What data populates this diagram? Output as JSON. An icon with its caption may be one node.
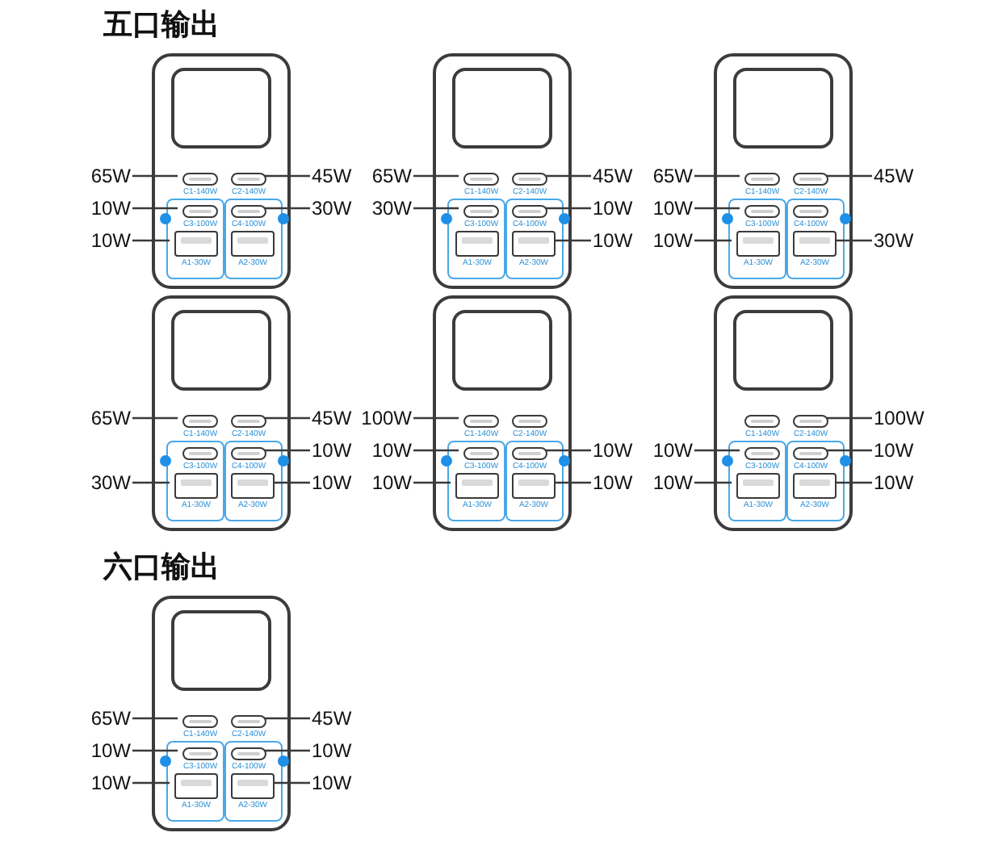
{
  "diagram": {
    "nodes": [
      {
        "text": [],
        "shape": "box"
      },
      {
        "text": [],
        "shape": "box",
        "in": 0,
        "beside": [
          "C1-140W"
        ]
      },
      {
        "text": [],
        "shape": "box",
        "in": 0,
        "beside": [
          "C2-140W"
        ]
      },
      {
        "text": [],
        "shape": "box",
        "in": 0,
        "beside": [
          "C3-100W"
        ]
      },
      {
        "text": [],
        "shape": "box",
        "in": 0,
        "beside": [
          "C4-100W"
        ]
      },
      {
        "text": [],
        "shape": "box",
        "in": 0,
        "beside": [
          "A1-30W"
        ]
      },
      {
        "text": [],
        "shape": "box",
        "in": 0,
        "beside": [
          "A2-30W"
        ]
      },
      {
        "text": [
          "65W"
        ]
      },
      {
        "text": [
          "45W"
        ]
      },
      {
        "text": [
          "10W"
        ]
      },
      {
        "text": [
          "30W"
        ]
      },
      {
        "text": [
          "10W"
        ]
      },
      {
        "text": [],
        "shape": "box"
      },
      {
        "text": [],
        "shape": "box",
        "in": 12,
        "beside": [
          "C1-140W"
        ]
      },
      {
        "text": [],
        "shape": "box",
        "in": 12,
        "beside": [
          "C2-140W"
        ]
      },
      {
        "text": [],
        "shape": "box",
        "in": 12,
        "beside": [
          "C3-100W"
        ]
      },
      {
        "text": [],
        "shape": "box",
        "in": 12,
        "beside": [
          "C4-100W"
        ]
      },
      {
        "text": [],
        "shape": "box",
        "in": 12,
        "beside": [
          "A1-30W"
        ]
      },
      {
        "text": [],
        "shape": "box",
        "in": 12,
        "beside": [
          "A2-30W"
        ]
      },
      {
        "text": [
          "65W"
        ]
      },
      {
        "text": [
          "45W"
        ]
      },
      {
        "text": [
          "30W"
        ]
      },
      {
        "text": [
          "10W"
        ]
      },
      {
        "text": [
          "10W"
        ]
      },
      {
        "text": [],
        "shape": "box"
      },
      {
        "text": [],
        "shape": "box",
        "in": 24,
        "beside": [
          "C1-140W"
        ]
      },
      {
        "text": [],
        "shape": "box",
        "in": 24,
        "beside": [
          "C2-140W"
        ]
      },
      {
        "text": [],
        "shape": "box",
        "in": 24,
        "beside": [
          "C3-100W"
        ]
      },
      {
        "text": [],
        "shape": "box",
        "in": 24,
        "beside": [
          "C4-100W"
        ]
      },
      {
        "text": [],
        "shape": "box",
        "in": 24,
        "beside": [
          "A1-30W"
        ]
      },
      {
        "text": [],
        "shape": "box",
        "in": 24,
        "beside": [
          "A2-30W"
        ]
      },
      {
        "text": [
          "65W"
        ]
      },
      {
        "text": [
          "45W"
        ]
      },
      {
        "text": [
          "10W"
        ]
      },
      {
        "text": [
          "10W"
        ]
      },
      {
        "text": [
          "30W"
        ]
      },
      {
        "text": [],
        "shape": "box"
      },
      {
        "text": [],
        "shape": "box",
        "in": 36,
        "beside": [
          "C1-140W"
        ]
      },
      {
        "text": [],
        "shape": "box",
        "in": 36,
        "beside": [
          "C2-140W"
        ]
      },
      {
        "text": [],
        "shape": "box",
        "in": 36,
        "beside": [
          "C3-100W"
        ]
      },
      {
        "text": [],
        "shape": "box",
        "in": 36,
        "beside": [
          "C4-100W"
        ]
      },
      {
        "text": [],
        "shape": "box",
        "in": 36,
        "beside": [
          "A1-30W"
        ]
      },
      {
        "text": [],
        "shape": "box",
        "in": 36,
        "beside": [
          "A2-30W"
        ]
      },
      {
        "text": [
          "65W"
        ]
      },
      {
        "text": [
          "45W"
        ]
      },
      {
        "text": [
          "10W"
        ]
      },
      {
        "text": [
          "30W"
        ]
      },
      {
        "text": [
          "10W"
        ]
      },
      {
        "text": [],
        "shape": "box"
      },
      {
        "text": [],
        "shape": "box",
        "in": 48,
        "beside": [
          "C1-140W"
        ]
      },
      {
        "text": [],
        "shape": "box",
        "in": 48,
        "beside": [
          "C2-140W"
        ]
      },
      {
        "text": [],
        "shape": "box",
        "in": 48,
        "beside": [
          "C3-100W"
        ]
      },
      {
        "text": [],
        "shape": "box",
        "in": 48,
        "beside": [
          "C4-100W"
        ]
      },
      {
        "text": [],
        "shape": "box",
        "in": 48,
        "beside": [
          "A1-30W"
        ]
      },
      {
        "text": [],
        "shape": "box",
        "in": 48,
        "beside": [
          "A2-30W"
        ]
      },
      {
        "text": [
          "100W"
        ]
      },
      {
        "text": [
          "10W"
        ]
      },
      {
        "text": [
          "10W"
        ]
      },
      {
        "text": [
          "10W"
        ]
      },
      {
        "text": [
          "10W"
        ]
      },
      {
        "text": [],
        "shape": "box"
      },
      {
        "text": [],
        "shape": "box",
        "in": 60,
        "beside": [
          "C1-140W"
        ]
      },
      {
        "text": [],
        "shape": "box",
        "in": 60,
        "beside": [
          "C2-140W"
        ]
      },
      {
        "text": [],
        "shape": "box",
        "in": 60,
        "beside": [
          "C3-100W"
        ]
      },
      {
        "text": [],
        "shape": "box",
        "in": 60,
        "beside": [
          "C4-100W"
        ]
      },
      {
        "text": [],
        "shape": "box",
        "in": 60,
        "beside": [
          "A1-30W"
        ]
      },
      {
        "text": [],
        "shape": "box",
        "in": 60,
        "beside": [
          "A2-30W"
        ]
      },
      {
        "text": [
          "100W"
        ]
      },
      {
        "text": [
          "10W"
        ]
      },
      {
        "text": [
          "10W"
        ]
      },
      {
        "text": [
          "10W"
        ]
      },
      {
        "text": [
          "10W"
        ]
      },
      {
        "text": [],
        "shape": "box"
      },
      {
        "text": [],
        "shape": "box",
        "in": 72,
        "beside": [
          "C1-140W"
        ]
      },
      {
        "text": [],
        "shape": "box",
        "in": 72,
        "beside": [
          "C2-140W"
        ]
      },
      {
        "text": [],
        "shape": "box",
        "in": 72,
        "beside": [
          "C3-100W"
        ]
      },
      {
        "text": [],
        "shape": "box",
        "in": 72,
        "beside": [
          "C4-100W"
        ]
      },
      {
        "text": [],
        "shape": "box",
        "in": 72,
        "beside": [
          "A1-30W"
        ]
      },
      {
        "text": [],
        "shape": "box",
        "in": 72,
        "beside": [
          "A2-30W"
        ]
      },
      {
        "text": [
          "65W"
        ]
      },
      {
        "text": [
          "45W"
        ]
      },
      {
        "text": [
          "10W"
        ]
      },
      {
        "text": [
          "10W"
        ]
      },
      {
        "text": [
          "10W"
        ]
      },
      {
        "text": [
          "10W"
        ]
      }
    ],
    "edges": [
      {
        "from": 7,
        "to": 1,
        "arrow": "none"
      },
      {
        "from": 8,
        "to": 2,
        "arrow": "none"
      },
      {
        "from": 9,
        "to": 3,
        "arrow": "none"
      },
      {
        "from": 10,
        "to": 4,
        "arrow": "none"
      },
      {
        "from": 11,
        "to": 5,
        "arrow": "none"
      },
      {
        "from": 19,
        "to": 13,
        "arrow": "none"
      },
      {
        "from": 20,
        "to": 14,
        "arrow": "none"
      },
      {
        "from": 21,
        "to": 15,
        "arrow": "none"
      },
      {
        "from": 22,
        "to": 16,
        "arrow": "none"
      },
      {
        "from": 23,
        "to": 18,
        "arrow": "none"
      },
      {
        "from": 31,
        "to": 25,
        "arrow": "none"
      },
      {
        "from": 32,
        "to": 26,
        "arrow": "none"
      },
      {
        "from": 33,
        "to": 27,
        "arrow": "none"
      },
      {
        "from": 34,
        "to": 29,
        "arrow": "none"
      },
      {
        "from": 35,
        "to": 30,
        "arrow": "none"
      },
      {
        "from": 43,
        "to": 37,
        "arrow": "none"
      },
      {
        "from": 44,
        "to": 38,
        "arrow": "none"
      },
      {
        "from": 45,
        "to": 40,
        "arrow": "none"
      },
      {
        "from": 46,
        "to": 41,
        "arrow": "none"
      },
      {
        "from": 47,
        "to": 42,
        "arrow": "none"
      },
      {
        "from": 55,
        "to": 49,
        "arrow": "none"
      },
      {
        "from": 56,
        "to": 51,
        "arrow": "none"
      },
      {
        "from": 57,
        "to": 52,
        "arrow": "none"
      },
      {
        "from": 58,
        "to": 53,
        "arrow": "none"
      },
      {
        "from": 59,
        "to": 54,
        "arrow": "none"
      },
      {
        "from": 67,
        "to": 62,
        "arrow": "none"
      },
      {
        "from": 68,
        "to": 63,
        "arrow": "none"
      },
      {
        "from": 69,
        "to": 64,
        "arrow": "none"
      },
      {
        "from": 70,
        "to": 65,
        "arrow": "none"
      },
      {
        "from": 71,
        "to": 66,
        "arrow": "none"
      },
      {
        "from": 79,
        "to": 73,
        "arrow": "none"
      },
      {
        "from": 80,
        "to": 74,
        "arrow": "none"
      },
      {
        "from": 81,
        "to": 75,
        "arrow": "none"
      },
      {
        "from": 82,
        "to": 76,
        "arrow": "none"
      },
      {
        "from": 83,
        "to": 77,
        "arrow": "none"
      },
      {
        "from": 84,
        "to": 78,
        "arrow": "none"
      }
    ],
    "labels": [
      "五口输出",
      "六口输出"
    ]
  }
}
